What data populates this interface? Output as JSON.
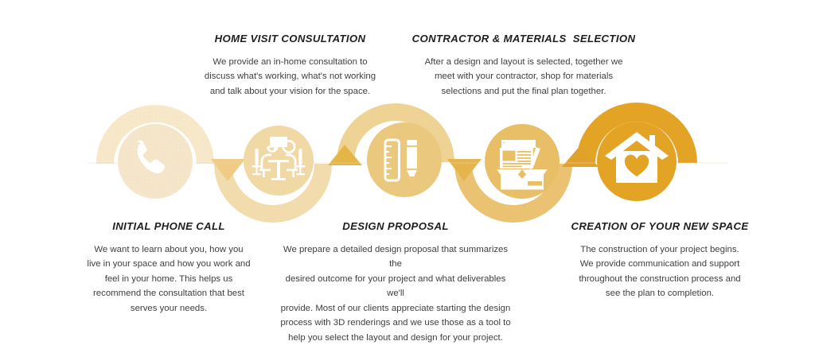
{
  "page": {
    "background": "#ffffff",
    "title_color": "#1f1f1f",
    "body_color": "#3f3f3f"
  },
  "palette": {
    "arc_1": "#F7E8C9",
    "arc_2": "#F2DCAE",
    "arc_3": "#EFD394",
    "arc_4": "#EBC271",
    "arc_5": "#E3A426",
    "circle_1": "#F5E6CB",
    "circle_2": "#F0D9A4",
    "circle_3": "#EAC87E",
    "circle_4": "#E8BF67",
    "circle_5": "#E3A426",
    "arrow_1": "#EFCB83",
    "arrow_2": "#E6B547",
    "arrow_3": "#E5B44D",
    "arrow_4": "#E0A22A",
    "icon_glyph": "#ffffff"
  },
  "steps": [
    {
      "id": "initial-phone-call",
      "position": "bottom",
      "title": "INITIAL PHONE CALL",
      "icon": "phone-icon",
      "body_lines": [
        "We want to learn about you, how you",
        "live in your space and how you work and",
        "feel in your home. This helps us",
        "recommend the consultation that best",
        "serves your needs."
      ]
    },
    {
      "id": "home-visit-consultation",
      "position": "top",
      "title": "HOME VISIT CONSULTATION",
      "icon": "meeting-people-icon",
      "body_lines": [
        "We provide an in-home consultation to",
        "discuss what's working, what's not working",
        "and talk about your vision for the space."
      ]
    },
    {
      "id": "design-proposal",
      "position": "bottom",
      "title": "DESIGN PROPOSAL",
      "icon": "ruler-pencil-icon",
      "body_lines": [
        "We prepare a detailed design proposal that summarizes the",
        "desired outcome for your project and what deliverables we'll",
        "provide. Most of our clients appreciate starting the design",
        "process with 3D renderings and we use those as a tool to",
        "help you select the layout and design for your project."
      ]
    },
    {
      "id": "contractor-materials-selection",
      "position": "top",
      "title": "CONTRACTOR & MATERIALS  SELECTION",
      "icon": "materials-box-blueprint-icon",
      "body_lines": [
        "After a design and layout is selected, together we",
        "meet with your contractor, shop for materials",
        "selections and put the final plan together."
      ]
    },
    {
      "id": "creation-of-your-new-space",
      "position": "bottom",
      "title": "CREATION OF YOUR NEW SPACE",
      "icon": "house-heart-icon",
      "body_lines": [
        "The construction of your project begins.",
        "We provide communication and support",
        "throughout the construction process and",
        "see the plan to completion."
      ]
    }
  ],
  "flow": {
    "arrows": [
      {
        "name": "arrow-down-1",
        "direction": "down"
      },
      {
        "name": "arrow-up-2",
        "direction": "up"
      },
      {
        "name": "arrow-down-3",
        "direction": "down"
      },
      {
        "name": "arrow-up-4",
        "direction": "up"
      }
    ]
  }
}
